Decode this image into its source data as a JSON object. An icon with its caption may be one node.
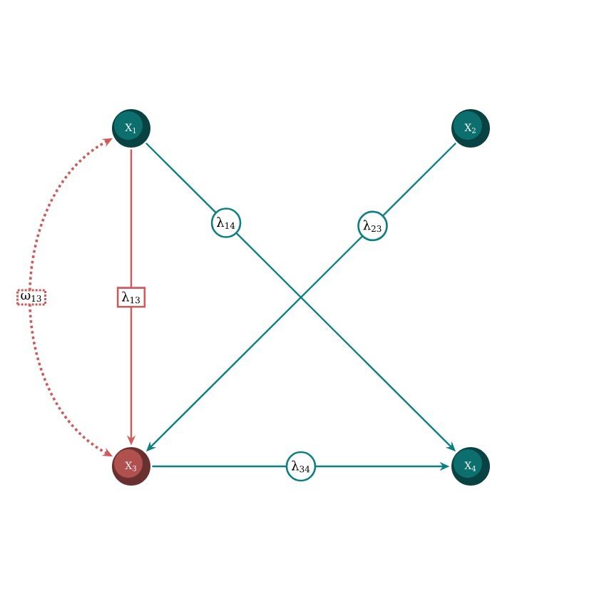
{
  "diagram": {
    "nodes": [
      {
        "text": [
          "X$_{1}$"
        ]
      },
      {
        "text": [
          "X$_{2}$"
        ]
      },
      {
        "text": [
          "X$_{3}$"
        ]
      },
      {
        "text": [
          "X$_{4}$"
        ]
      }
    ],
    "edges": [
      {
        "from": 0,
        "to": 3,
        "arrow": "to",
        "label": "λ$_{14}$"
      },
      {
        "from": 1,
        "to": 2,
        "arrow": "to",
        "label": "λ$_{23}$"
      },
      {
        "from": 0,
        "to": 2,
        "arrow": "to",
        "label": "λ$_{13}$",
        "color": "#d05a5a"
      },
      {
        "from": 2,
        "to": 3,
        "arrow": "to",
        "label": "λ$_{34}$"
      },
      {
        "from": 0,
        "to": 2,
        "arrow": "both",
        "label": "ω$_{13}$",
        "style": "dashed",
        "color": "#d05a5a"
      }
    ]
  }
}
